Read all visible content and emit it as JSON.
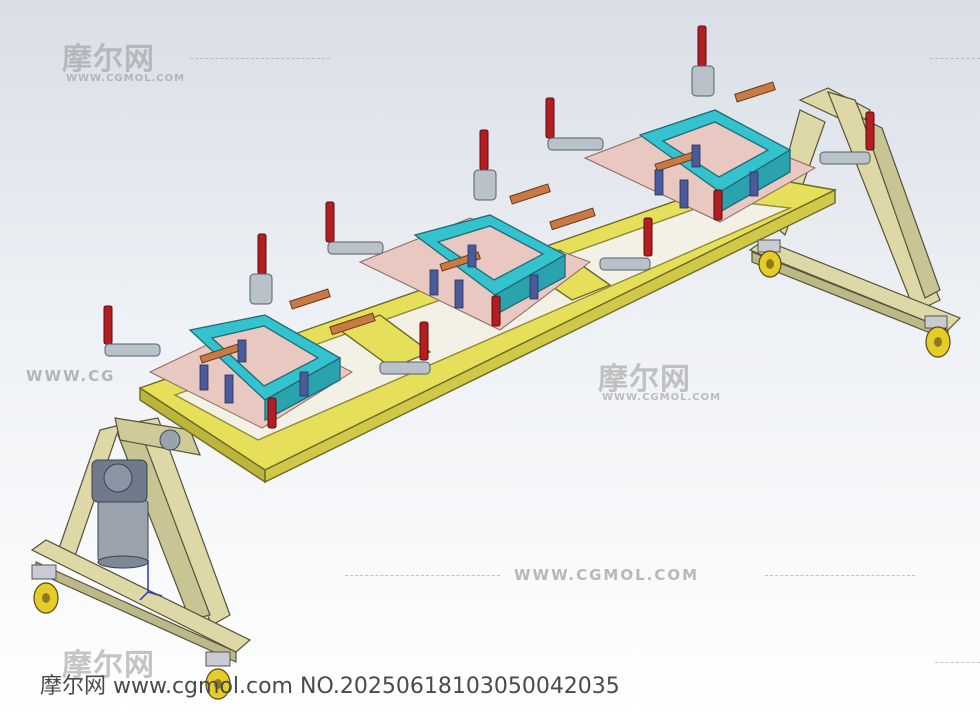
{
  "watermark": {
    "brand_cn": "摩尔网",
    "brand_en": "WWW.CGMOL.COM",
    "url_text": "WWW.CGMOL.COM",
    "url_text_short": "WWW.CG"
  },
  "footer": {
    "id_text": "摩尔网 www.cgmol.com NO.20250618103050042035"
  },
  "colors": {
    "background": "#ffffff",
    "frame_yellow": "#e6df5a",
    "stand_khaki": "#ddd8a6",
    "fixture_cyan": "#34c2cf",
    "clamp_red": "#b31e22",
    "plate_pink": "#e8c8c0",
    "bracket_copper": "#c87a44",
    "block_blue": "#4a5a9a",
    "motor_grey": "#9aa2ae",
    "caster_yellow": "#e6cc28"
  },
  "icons": [
    "clamp-icon",
    "caster-wheel-icon",
    "gear-motor-icon",
    "axis-triad-icon"
  ]
}
